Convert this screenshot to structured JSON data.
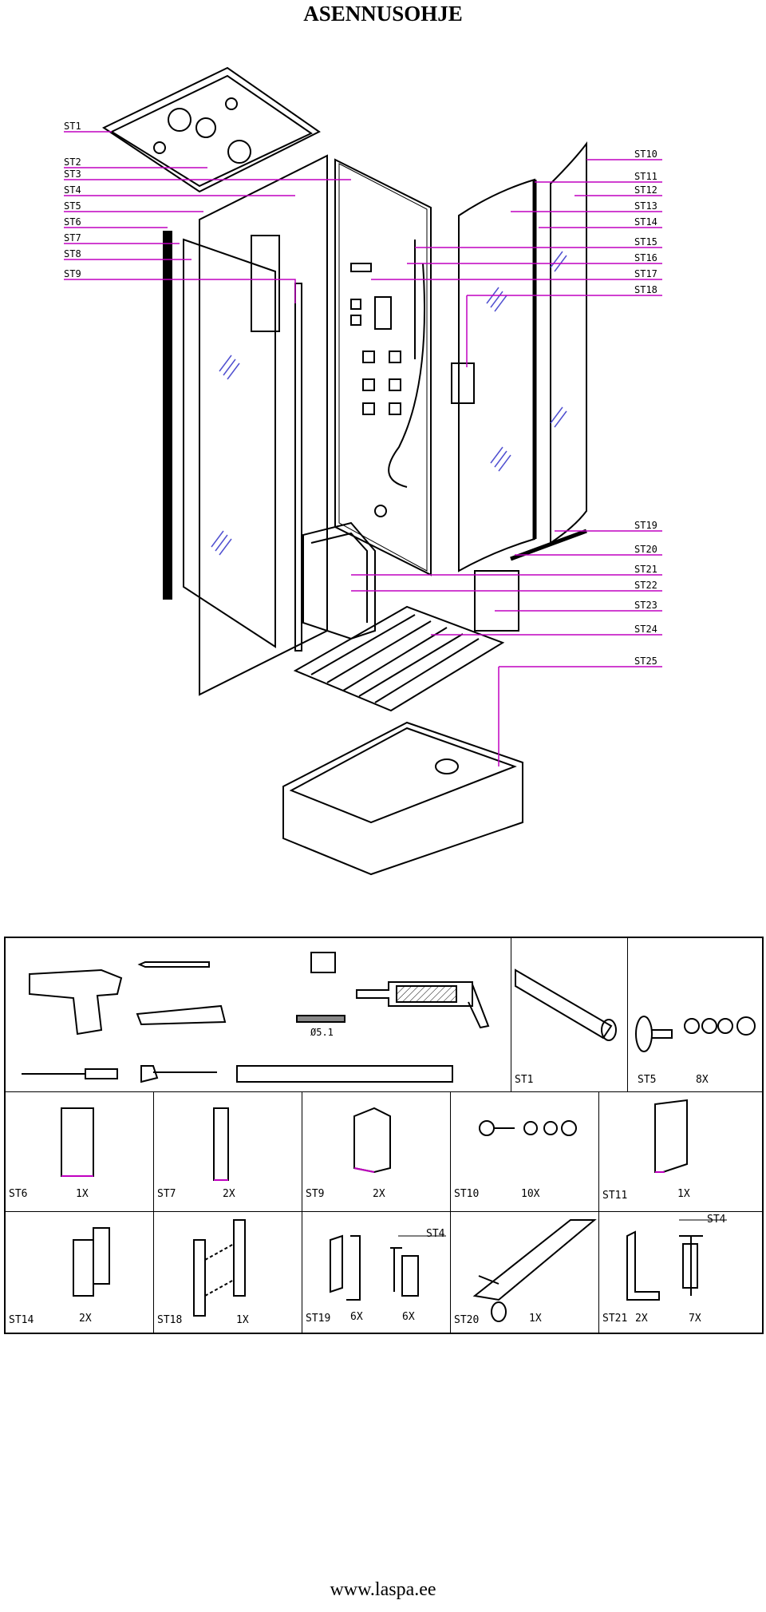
{
  "title": "ASENNUSOHJE",
  "diagram_labels_left": [
    "ST1",
    "ST2",
    "ST3",
    "ST4",
    "ST5",
    "ST6",
    "ST7",
    "ST8",
    "ST9"
  ],
  "diagram_labels_right": [
    "ST10",
    "ST11",
    "ST12",
    "ST13",
    "ST14",
    "ST15",
    "ST16",
    "ST17",
    "ST18",
    "ST19",
    "ST20",
    "ST21",
    "ST22",
    "ST23",
    "ST24",
    "ST25"
  ],
  "leader_color": "#c000c0",
  "tools_cell": {
    "size_label": "Ø5.1"
  },
  "parts": [
    {
      "code": "ST1",
      "qty": ""
    },
    {
      "code": "ST5",
      "qty": "8X"
    },
    {
      "code": "ST6",
      "qty": "1X"
    },
    {
      "code": "ST7",
      "qty": "2X"
    },
    {
      "code": "ST9",
      "qty": "2X"
    },
    {
      "code": "ST10",
      "qty": "10X"
    },
    {
      "code": "ST11",
      "qty": "1X"
    },
    {
      "code": "ST14",
      "qty": "2X"
    },
    {
      "code": "ST18",
      "qty": "1X"
    },
    {
      "code": "ST19",
      "qty": "6X",
      "qty2": "6X",
      "ref": "ST4"
    },
    {
      "code": "ST20",
      "qty": "1X"
    },
    {
      "code": "ST21",
      "qty": "2X",
      "qty2": "7X",
      "ref": "ST4"
    }
  ],
  "footer_url": "www.laspa.ee"
}
